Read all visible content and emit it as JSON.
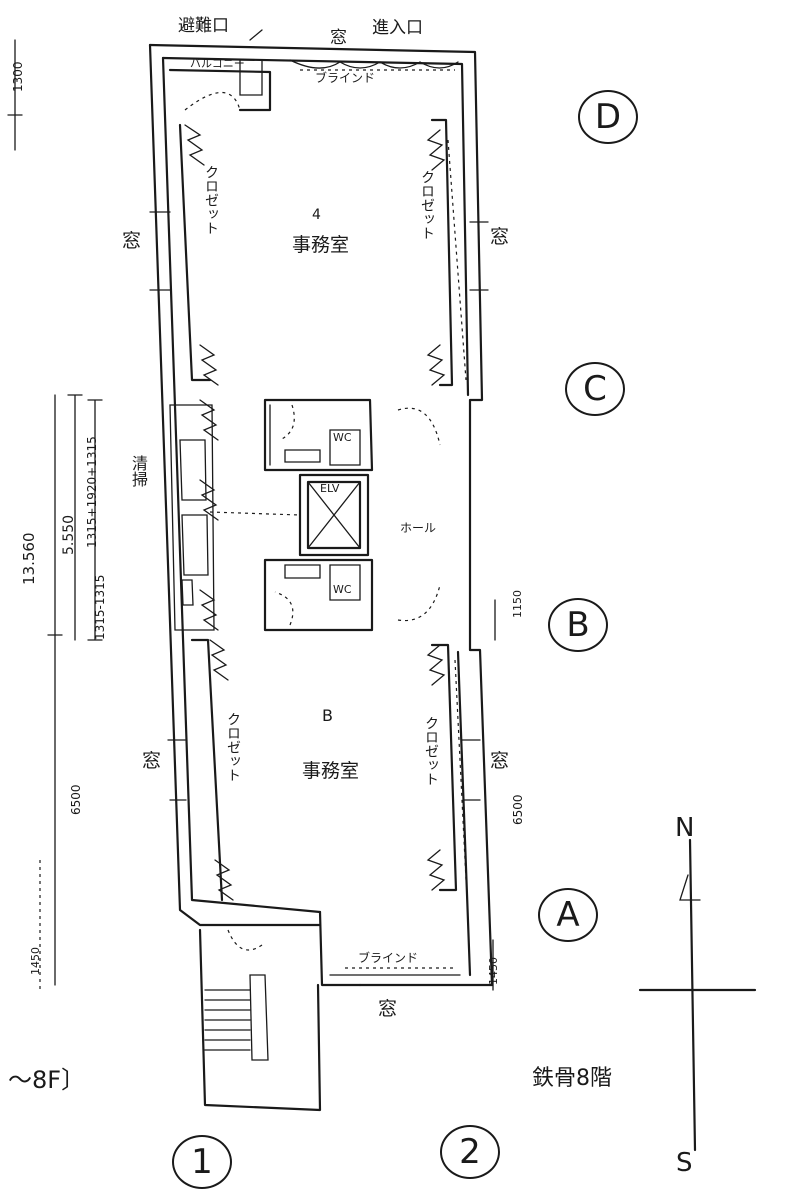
{
  "grid": {
    "rows": [
      "D",
      "C",
      "B",
      "A"
    ],
    "columns": [
      "1",
      "2"
    ]
  },
  "labels": {
    "escape_exit": "避難口",
    "entrance": "進入口",
    "balcony": "バルコニー",
    "blind": "ブラインド",
    "window": "窓",
    "closet": "クロゼット",
    "room_a_num": "4",
    "room_a_name": "事務室",
    "room_b_num": "B",
    "room_b_name": "事務室",
    "wc": "WC",
    "elevator": "ELV",
    "hall": "ホール",
    "cleaning": "清掃",
    "floor": "〜8F〕",
    "structure": "鉄骨8階",
    "north": "N",
    "south": "S"
  },
  "dimensions": {
    "top": "1300",
    "total": "13.560",
    "core": "5.550",
    "core_split": "1315+1920+1315",
    "core_split_b": "1315-1315",
    "bay": "6500",
    "bay_right": "6500",
    "end": "1450",
    "end_right": "1450",
    "hall": "1150"
  }
}
